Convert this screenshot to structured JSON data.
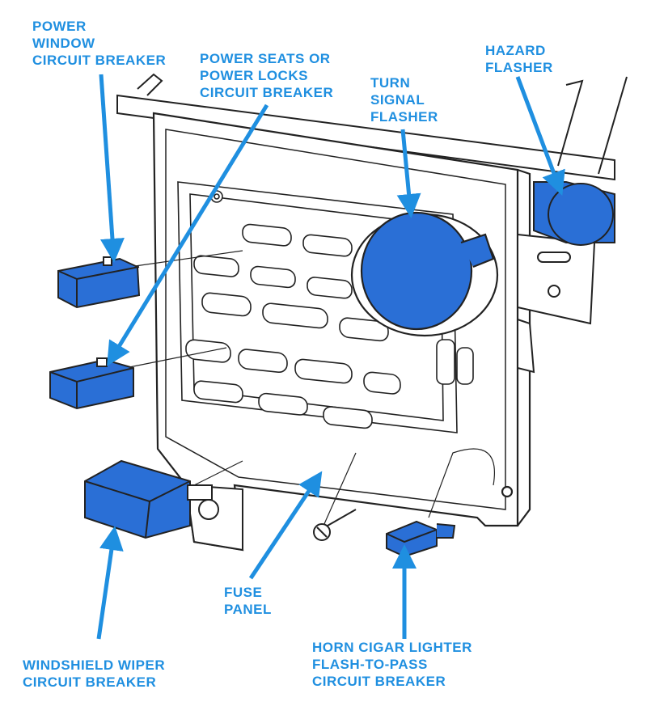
{
  "colors": {
    "label_blue": "#1f8fe0",
    "component_blue": "#2a6fd6",
    "line_art": "#222222",
    "background": "#ffffff"
  },
  "labels": {
    "power_window": [
      "POWER",
      "WINDOW",
      "CIRCUIT BREAKER"
    ],
    "power_seats": [
      "POWER SEATS OR",
      "POWER LOCKS",
      "CIRCUIT BREAKER"
    ],
    "turn_signal": [
      "TURN",
      "SIGNAL",
      "FLASHER"
    ],
    "hazard": [
      "HAZARD",
      "FLASHER"
    ],
    "fuse_panel": [
      "FUSE",
      "PANEL"
    ],
    "windshield_wiper": [
      "WINDSHIELD WIPER",
      "CIRCUIT BREAKER"
    ],
    "horn": [
      "HORN CIGAR LIGHTER",
      "FLASH-TO-PASS",
      "CIRCUIT BREAKER"
    ]
  },
  "icons": [
    "arrow-icon",
    "screw-icon"
  ]
}
